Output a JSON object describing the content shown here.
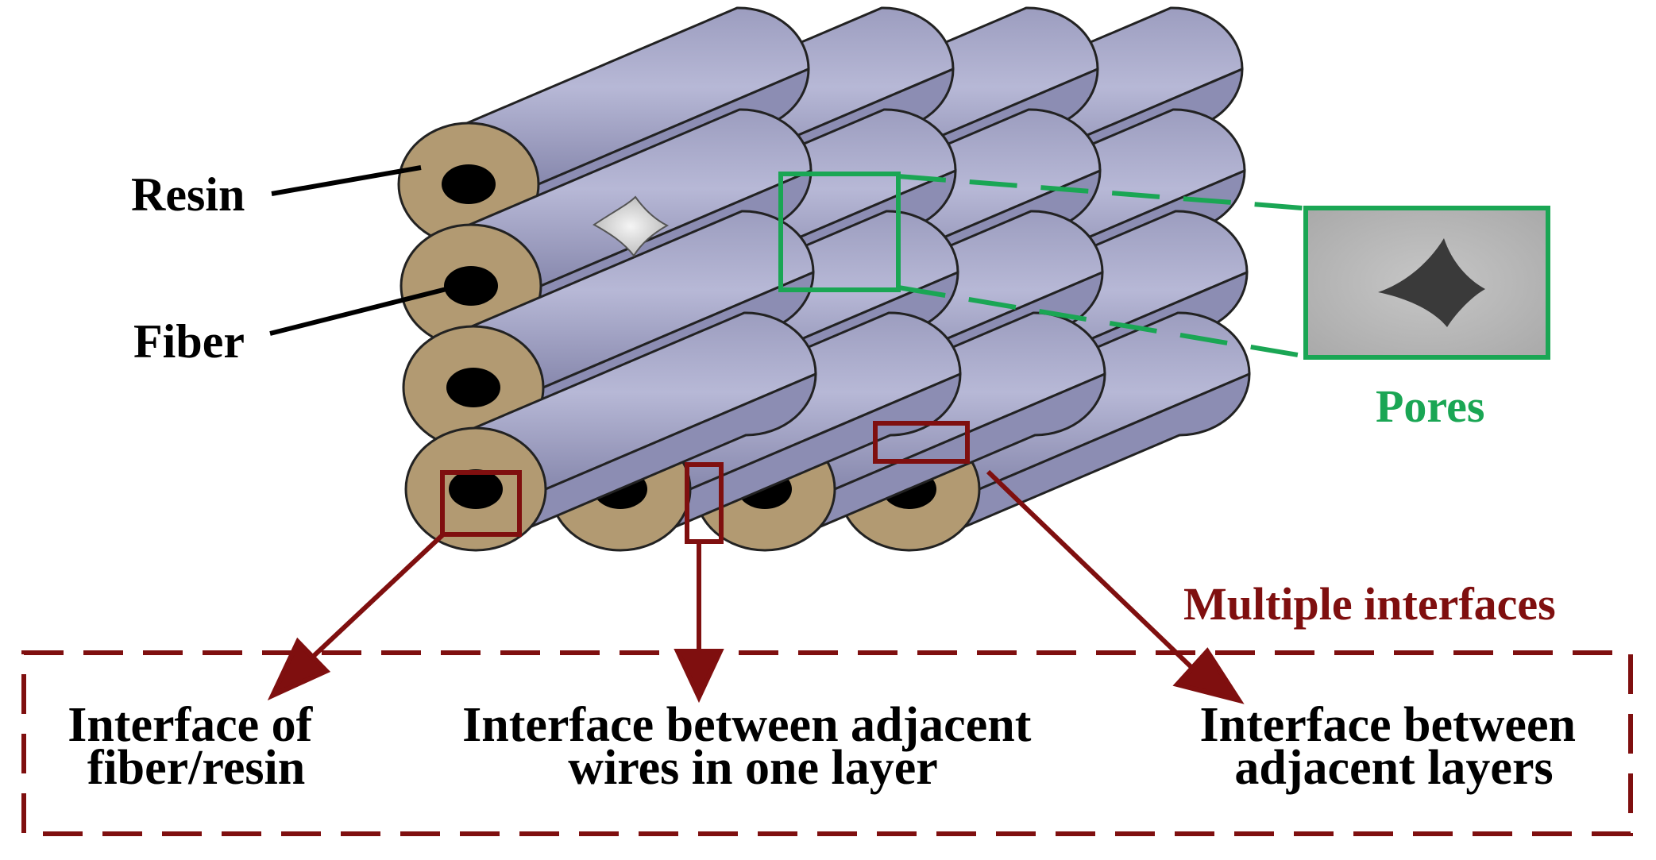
{
  "labels": {
    "resin": "Resin",
    "fiber": "Fiber",
    "pores": "Pores",
    "multiple_interfaces": "Multiple interfaces",
    "interface_fiber_resin": [
      "Interface of",
      "fiber/resin"
    ],
    "interface_wires": [
      "Interface between adjacent",
      "wires in one layer"
    ],
    "interface_layers": [
      "Interface between",
      "adjacent layers"
    ]
  },
  "colors": {
    "cylinder_body": "#a7a8c8",
    "cylinder_shade": "#8c8db3",
    "resin_ring": "#b29a72",
    "fiber_core": "#000000",
    "callout_red": "#7f0f0f",
    "pore_green": "#1aa654",
    "outline": "#222222"
  },
  "structure": {
    "layers": 4,
    "wires_per_layer": 4
  }
}
